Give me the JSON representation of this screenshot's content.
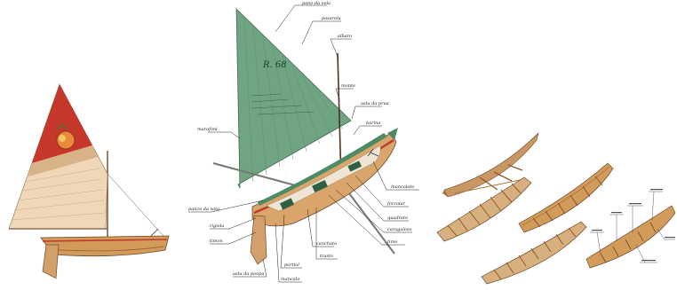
{
  "center_boat": {
    "sail_number": "R. 68",
    "labels": [
      {
        "id": "pano-vela",
        "text": "pano da vela"
      },
      {
        "id": "pasarela",
        "text": "pasarela"
      },
      {
        "id": "albaro",
        "text": "albaro"
      },
      {
        "id": "monte",
        "text": "monte"
      },
      {
        "id": "asta-prua",
        "text": "asta da prua"
      },
      {
        "id": "barina",
        "text": "barina"
      },
      {
        "id": "marafoni",
        "text": "marafoni"
      },
      {
        "id": "mancolato",
        "text": "mancolato"
      },
      {
        "id": "forcolar",
        "text": "forcolar"
      },
      {
        "id": "quadrato",
        "text": "quadrato"
      },
      {
        "id": "caragaloso",
        "text": "caragaloso"
      },
      {
        "id": "timo",
        "text": "timo"
      },
      {
        "id": "pano-sota",
        "text": "panco da sota"
      },
      {
        "id": "rigiola",
        "text": "rigiola"
      },
      {
        "id": "timon",
        "text": "timon"
      },
      {
        "id": "canchato",
        "text": "canchato"
      },
      {
        "id": "trasto",
        "text": "trasto"
      },
      {
        "id": "portiol",
        "text": "portiol"
      },
      {
        "id": "asta-poppa",
        "text": "asta da poopa"
      },
      {
        "id": "mancalo",
        "text": "mancalo"
      }
    ]
  },
  "colors": {
    "left_sail_top": "#c6372b",
    "left_sail_body": "#efd7b8",
    "left_hull": "#d39b5a",
    "center_sail": "#6fa583",
    "center_hull": "#d9a56a",
    "hull_stripe": "#c0392b",
    "frame_wood": "#c99762"
  }
}
